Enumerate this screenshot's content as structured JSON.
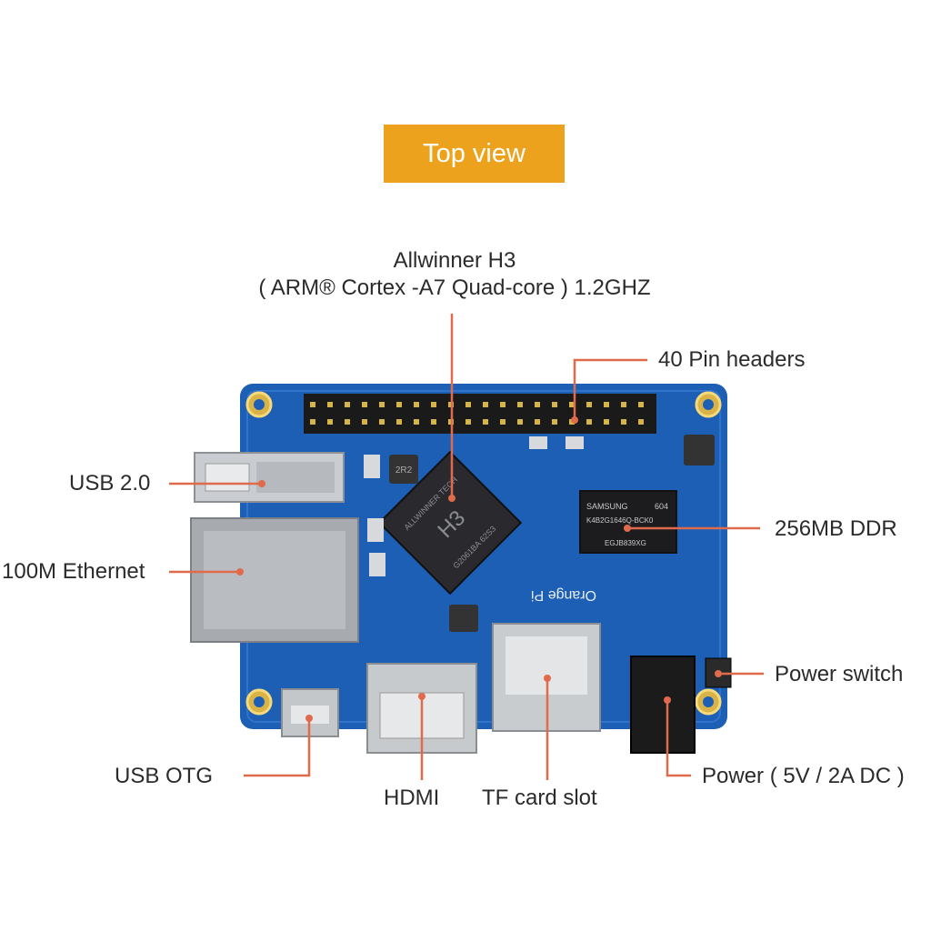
{
  "banner": {
    "label": "Top view"
  },
  "soc": {
    "line1": "Allwinner H3",
    "line2": "( ARM® Cortex -A7 Quad-core ) 1.2GHZ"
  },
  "labels": {
    "pin_headers": "40 Pin headers",
    "usb20": "USB 2.0",
    "ethernet": "100M Ethernet",
    "ddr": "256MB DDR",
    "power_switch": "Power switch",
    "usb_otg": "USB OTG",
    "hdmi": "HDMI",
    "tf_slot": "TF card slot",
    "power": "Power ( 5V / 2A DC )"
  },
  "chip_text": {
    "soc_mark": "H3",
    "soc_brand": "ALLWINNER TECH",
    "soc_code": "G2061BA 62S3",
    "ddr_brand": "SAMSUNG",
    "ddr_code": "604",
    "ddr_part": "K4B2G1646Q-BCK0",
    "ddr_lot": "EGJB839XG",
    "inductor": "2R2",
    "board_brand": "Orange Pi"
  },
  "colors": {
    "banner": "#eca21c",
    "pcb": "#1d5fb5",
    "leader": "#e06b4c"
  }
}
